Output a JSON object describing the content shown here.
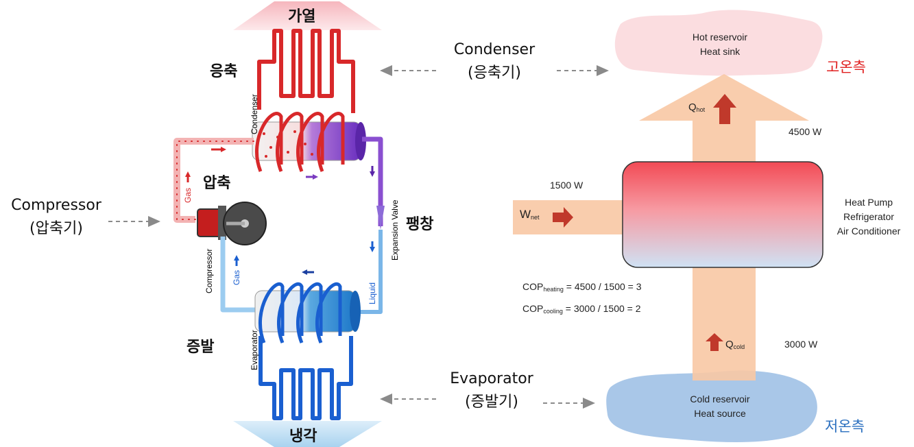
{
  "left": {
    "heating": "가열",
    "condensation": "응축",
    "compression": "압축",
    "expansion": "팽창",
    "evaporation": "증발",
    "cooling": "냉각",
    "condenser_vertical": "Condenser",
    "compressor_vertical": "Compressor",
    "evaporator_vertical": "Evaporator",
    "expansion_valve_vertical": "Expansion Valve",
    "gas_top": "Gas",
    "gas_bottom": "Gas",
    "liquid": "Liquid"
  },
  "middle": {
    "condenser_en": "Condenser",
    "condenser_ko": "(응축기)",
    "compressor_en": "Compressor",
    "compressor_ko": "(압축기)",
    "evaporator_en": "Evaporator",
    "evaporator_ko": "(증발기)"
  },
  "right": {
    "hot_reservoir_line1": "Hot reservoir",
    "hot_reservoir_line2": "Heat sink",
    "high_temp_side": "고온측",
    "cold_reservoir_line1": "Cold reservoir",
    "cold_reservoir_line2": "Heat source",
    "low_temp_side": "저온측",
    "q_hot_main": "Q",
    "q_hot_sub": "hot",
    "q_hot_value": "4500 W",
    "w_net_main": "W",
    "w_net_sub": "net",
    "w_net_value": "1500 W",
    "q_cold_main": "Q",
    "q_cold_sub": "cold",
    "q_cold_value": "3000 W",
    "device_line1": "Heat Pump",
    "device_line2": "Refrigerator",
    "device_line3": "Air Conditioner",
    "cop_heating_main": "COP",
    "cop_heating_sub": "heating",
    "cop_heating_expr": " = 4500 / 1500 = 3",
    "cop_cooling_main": "COP",
    "cop_cooling_sub": "cooling",
    "cop_cooling_expr": " = 3000 / 1500 = 2"
  },
  "colors": {
    "hot_red": "#e02020",
    "cold_blue": "#2a6fbf",
    "arrow_peach": "#f8c8a4",
    "hot_cloud": "#fbdde0",
    "cold_cloud": "#a9c7e8",
    "condenser_coil": "#d8282a",
    "evaporator_coil": "#1a5fd0"
  }
}
